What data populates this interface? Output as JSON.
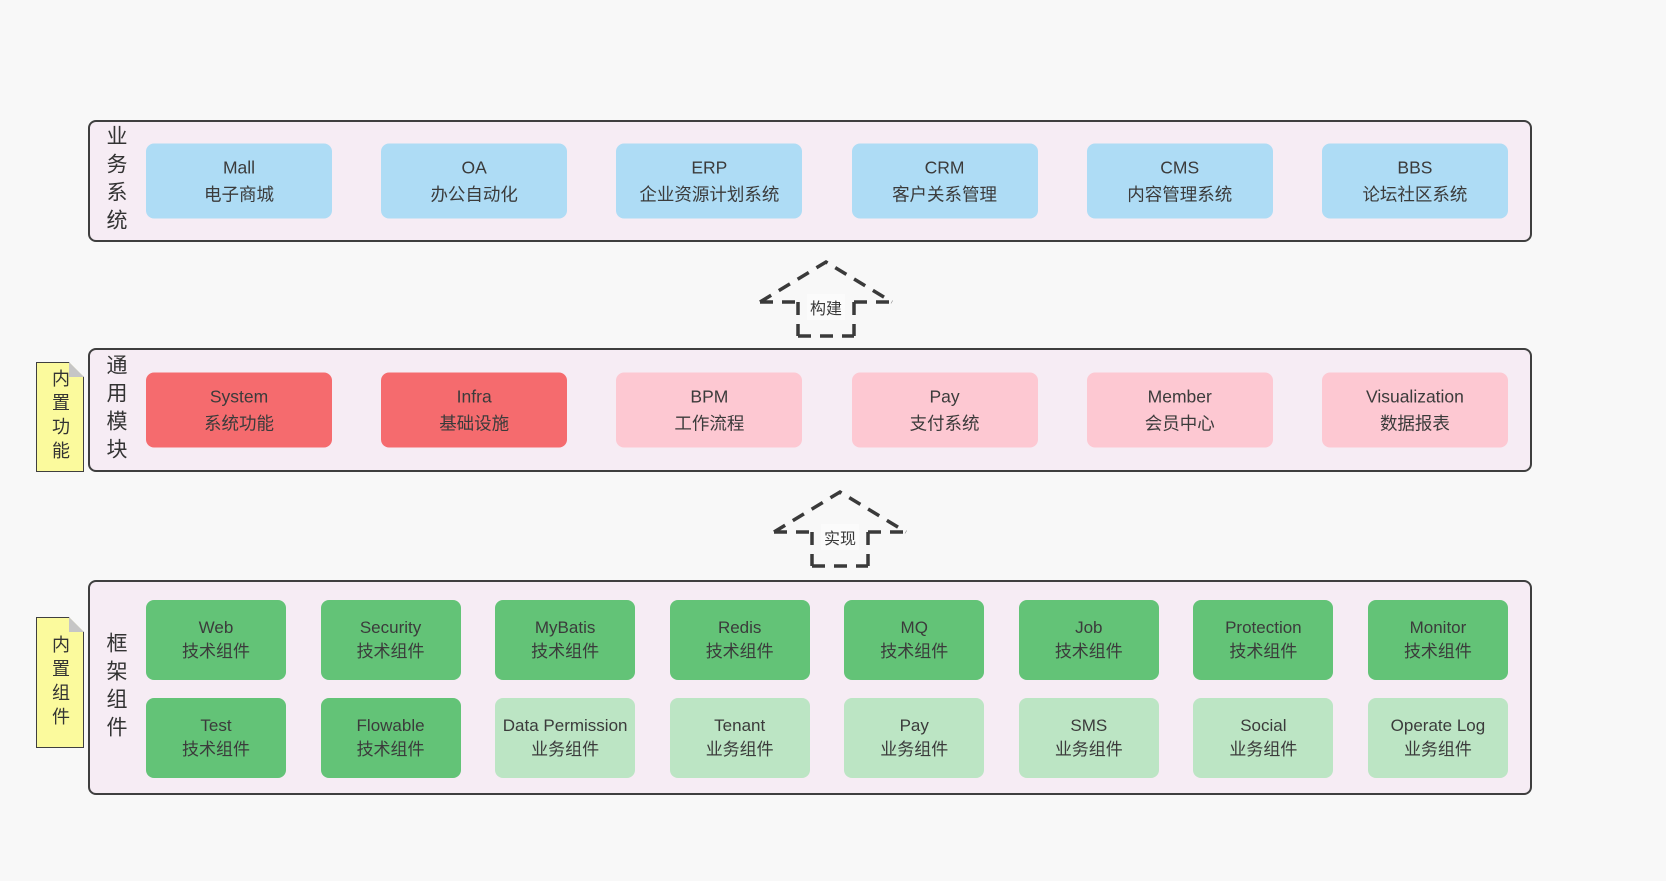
{
  "colors": {
    "page_bg": "#f8f8f8",
    "container_bg": "#f6ecf4",
    "container_border": "#3f3f3f",
    "blue_box": "#aedcf5",
    "red_box": "#f56b6e",
    "pink_box": "#fdc8d2",
    "green_box": "#63c377",
    "light_green_box": "#bce5c4",
    "sticky_note": "#fbfa9d",
    "text": "#3b3b3b"
  },
  "arrows": [
    {
      "label": "构建"
    },
    {
      "label": "实现"
    }
  ],
  "layers": [
    {
      "label": "业务系统",
      "boxes": [
        {
          "title": "Mall",
          "subtitle": "电子商城"
        },
        {
          "title": "OA",
          "subtitle": "办公自动化"
        },
        {
          "title": "ERP",
          "subtitle": "企业资源计划系统"
        },
        {
          "title": "CRM",
          "subtitle": "客户关系管理"
        },
        {
          "title": "CMS",
          "subtitle": "内容管理系统"
        },
        {
          "title": "BBS",
          "subtitle": "论坛社区系统"
        }
      ]
    },
    {
      "label": "通用模块",
      "note": "内置功能",
      "boxes": [
        {
          "title": "System",
          "subtitle": "系统功能"
        },
        {
          "title": "Infra",
          "subtitle": "基础设施"
        },
        {
          "title": "BPM",
          "subtitle": "工作流程"
        },
        {
          "title": "Pay",
          "subtitle": "支付系统"
        },
        {
          "title": "Member",
          "subtitle": "会员中心"
        },
        {
          "title": "Visualization",
          "subtitle": "数据报表"
        }
      ]
    },
    {
      "label": "框架组件",
      "note": "内置组件",
      "rows": [
        [
          {
            "title": "Web",
            "subtitle": "技术组件"
          },
          {
            "title": "Security",
            "subtitle": "技术组件"
          },
          {
            "title": "MyBatis",
            "subtitle": "技术组件"
          },
          {
            "title": "Redis",
            "subtitle": "技术组件"
          },
          {
            "title": "MQ",
            "subtitle": "技术组件"
          },
          {
            "title": "Job",
            "subtitle": "技术组件"
          },
          {
            "title": "Protection",
            "subtitle": "技术组件"
          },
          {
            "title": "Monitor",
            "subtitle": "技术组件"
          }
        ],
        [
          {
            "title": "Test",
            "subtitle": "技术组件"
          },
          {
            "title": "Flowable",
            "subtitle": "技术组件"
          },
          {
            "title": "Data Permission",
            "subtitle": "业务组件"
          },
          {
            "title": "Tenant",
            "subtitle": "业务组件"
          },
          {
            "title": "Pay",
            "subtitle": "业务组件"
          },
          {
            "title": "SMS",
            "subtitle": "业务组件"
          },
          {
            "title": "Social",
            "subtitle": "业务组件"
          },
          {
            "title": "Operate Log",
            "subtitle": "业务组件"
          }
        ]
      ]
    }
  ]
}
